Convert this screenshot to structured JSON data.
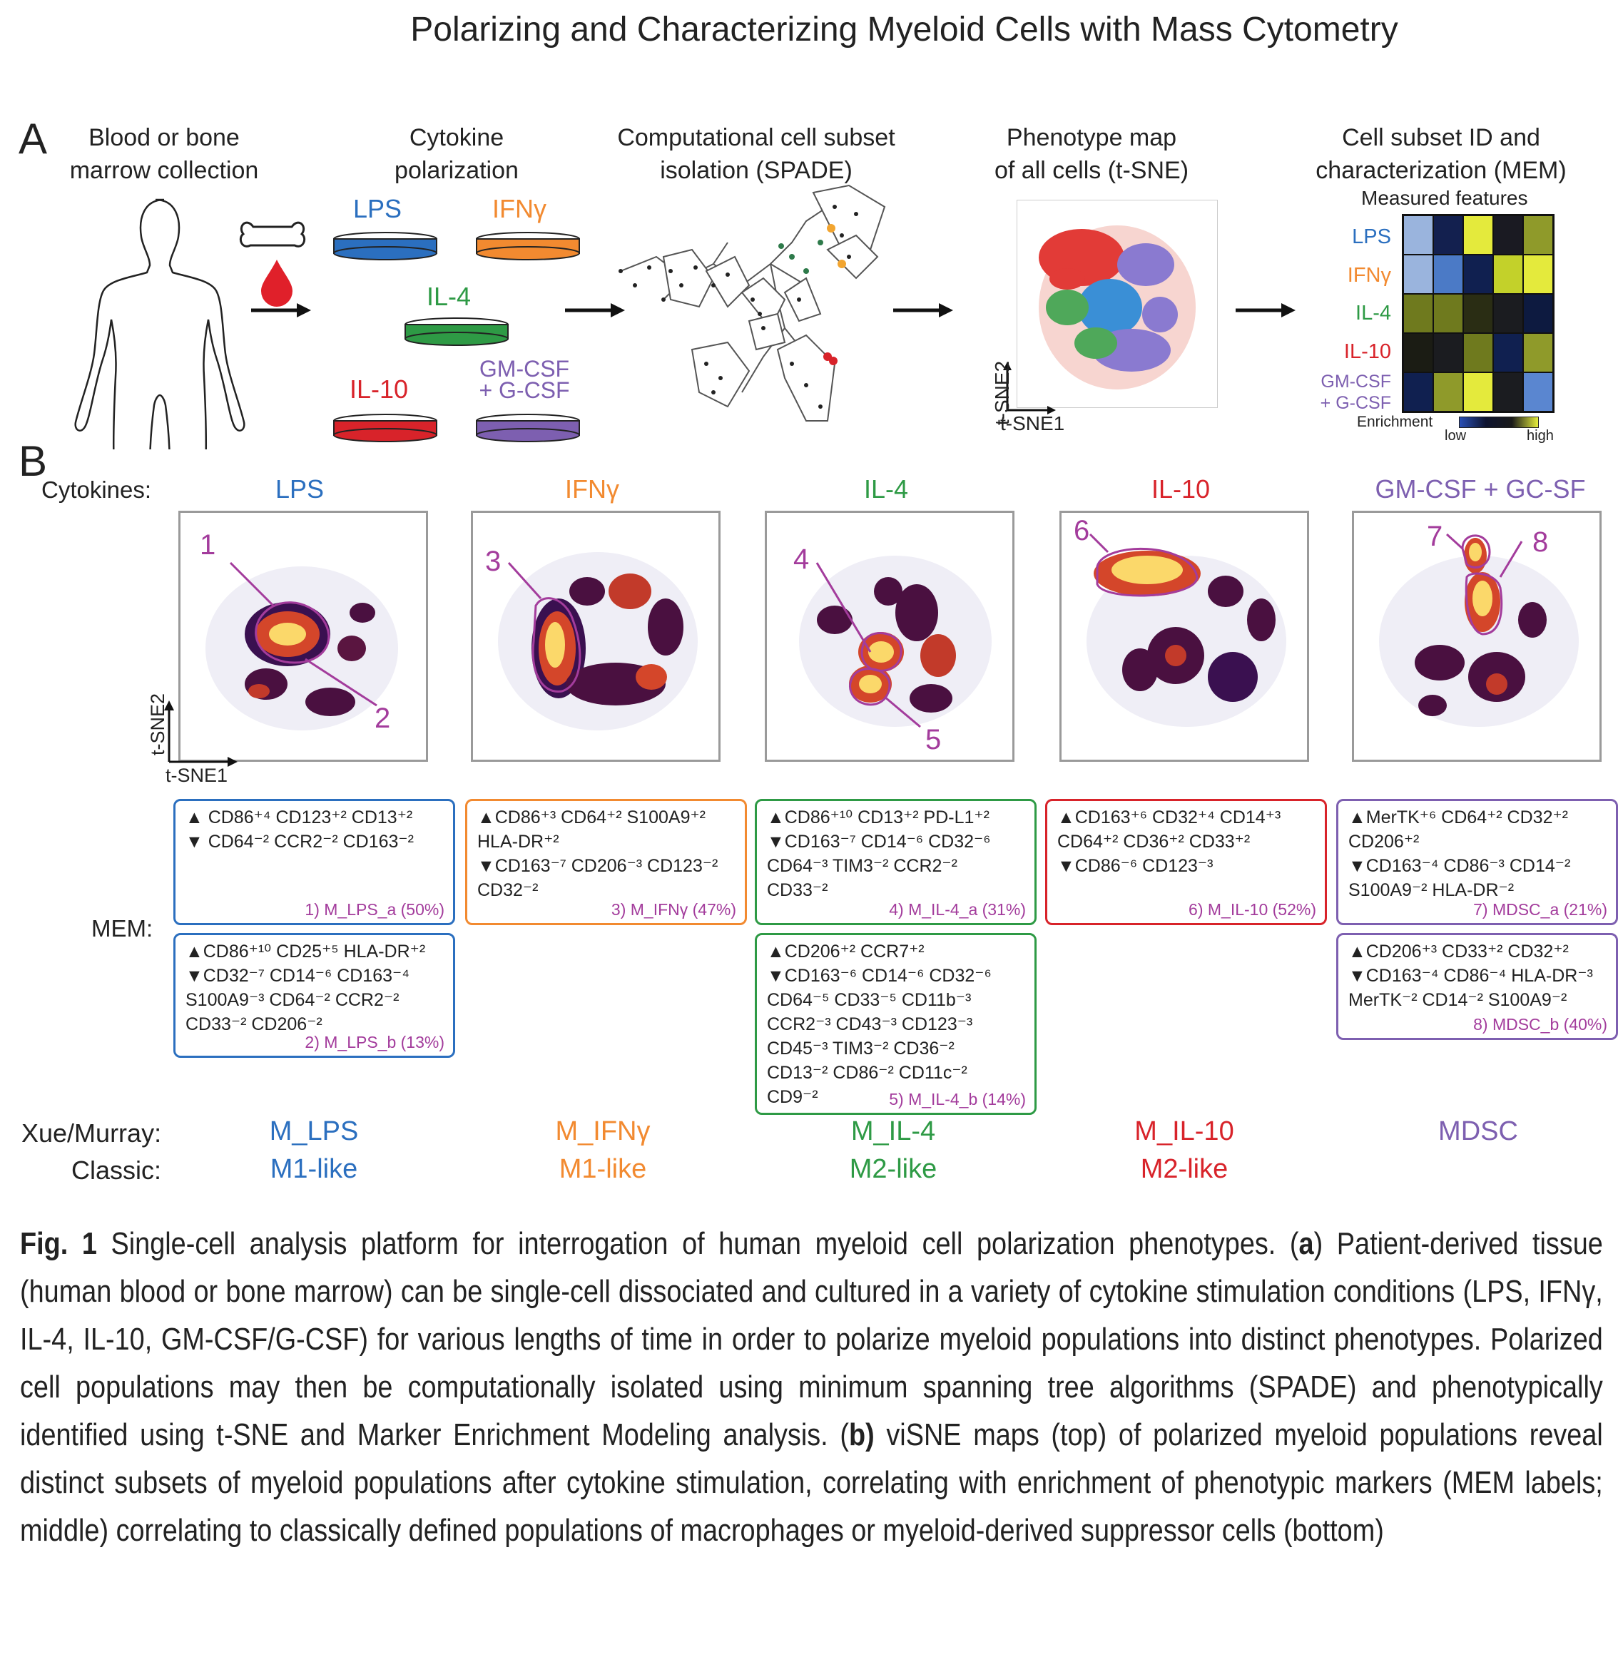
{
  "title": "Polarizing and Characterizing Myeloid Cells with Mass Cytometry",
  "panelA": {
    "letter": "A",
    "step1": "Blood or bone\nmarrow collection",
    "step2": "Cytokine\npolarization",
    "step3": "Computational cell subset\nisolation (SPADE)",
    "step4": "Phenotype map\nof all cells (t-SNE)",
    "step5": "Cell subset ID and\ncharacterization (MEM)",
    "dishes": [
      {
        "label": "LPS",
        "color": "#2b6fbf"
      },
      {
        "label": "IFNγ",
        "color": "#f28a30"
      },
      {
        "label": "IL-4",
        "color": "#2e9a45"
      },
      {
        "label": "IL-10",
        "color": "#d8232a"
      },
      {
        "label": "GM-CSF\n+ G-CSF",
        "color": "#7d5fb0"
      }
    ],
    "tsne_x": "t-SNE1",
    "tsne_y": "t-SNE2",
    "heatmap_title": "Measured features",
    "heatmap_rows": [
      "LPS",
      "IFNγ",
      "IL-4",
      "IL-10",
      "GM-CSF\n+ G-CSF"
    ],
    "heatmap_colors": [
      [
        "#9ab4dd",
        "#13204f",
        "#e4ea3c",
        "#1a1a22",
        "#8f9a2a"
      ],
      [
        "#9ab4dd",
        "#4b7ac6",
        "#102050",
        "#c3d12a",
        "#e4ea3c"
      ],
      [
        "#6f7a1e",
        "#6f7a1e",
        "#2a2d14",
        "#1b1c20",
        "#0d1a40"
      ],
      [
        "#1b1c14",
        "#1b1c20",
        "#6f7a1e",
        "#102050",
        "#8f9a2a"
      ],
      [
        "#102050",
        "#8f9a2a",
        "#e4ea3c",
        "#1b1c20",
        "#5a86d0"
      ]
    ],
    "enrichment_label": "Enrichment",
    "low": "low",
    "high": "high"
  },
  "panelB": {
    "letter": "B",
    "cytokines_label": "Cytokines:",
    "columns": [
      {
        "name": "LPS",
        "color": "#2b6fbf"
      },
      {
        "name": "IFNγ",
        "color": "#f28a30"
      },
      {
        "name": "IL-4",
        "color": "#2e9a45"
      },
      {
        "name": "IL-10",
        "color": "#d8232a"
      },
      {
        "name": "GM-CSF + GC-SF",
        "color": "#7d5fb0"
      }
    ],
    "gate_numbers": [
      "1",
      "2",
      "3",
      "4",
      "5",
      "6",
      "7",
      "8"
    ],
    "axis_x": "t-SNE1",
    "axis_y": "t-SNE2",
    "mem_label": "MEM:",
    "mem_boxes": [
      {
        "lines": [
          "▲ CD86⁺⁴  CD123⁺²  CD13⁺²",
          "▼ CD64⁻²  CCR2⁻²  CD163⁻²"
        ],
        "foot": "1) M_LPS_a (50%)"
      },
      {
        "lines": [
          "▲CD86⁺¹⁰ CD25⁺⁵ HLA-DR⁺²",
          "▼CD32⁻⁷  CD14⁻⁶  CD163⁻⁴",
          "   S100A9⁻³  CD64⁻² CCR2⁻²",
          "   CD33⁻²  CD206⁻²"
        ],
        "foot": "2) M_LPS_b (13%)"
      },
      {
        "lines": [
          "▲CD86⁺³ CD64⁺² S100A9⁺²",
          "   HLA-DR⁺²",
          "▼CD163⁻⁷ CD206⁻³ CD123⁻²",
          "   CD32⁻²"
        ],
        "foot": "3) M_IFNγ (47%)"
      },
      {
        "lines": [
          "▲CD86⁺¹⁰  CD13⁺²  PD-L1⁺²",
          "▼CD163⁻⁷  CD14⁻⁶  CD32⁻⁶",
          "   CD64⁻³  TIM3⁻²  CCR2⁻²",
          "   CD33⁻²"
        ],
        "foot": "4) M_IL-4_a (31%)"
      },
      {
        "lines": [
          "▲CD206⁺²  CCR7⁺²",
          "▼CD163⁻⁶  CD14⁻⁶ CD32⁻⁶",
          "   CD64⁻⁵   CD33⁻⁵ CD11b⁻³",
          "   CCR2⁻³  CD43⁻³  CD123⁻³",
          "   CD45⁻³  TIM3⁻²  CD36⁻²",
          "   CD13⁻²  CD86⁻²  CD11c⁻²",
          "   CD9⁻²"
        ],
        "foot": "5) M_IL-4_b (14%)"
      },
      {
        "lines": [
          "▲CD163⁺⁶  CD32⁺⁴  CD14⁺³",
          "   CD64⁺²  CD36⁺²  CD33⁺²",
          "▼CD86⁻⁶  CD123⁻³"
        ],
        "foot": "6) M_IL-10 (52%)"
      },
      {
        "lines": [
          "▲MerTK⁺⁶  CD64⁺²  CD32⁺²",
          "   CD206⁺²",
          "▼CD163⁻⁴  CD86⁻³  CD14⁻²",
          "   S100A9⁻²  HLA-DR⁻²"
        ],
        "foot": "7) MDSC_a (21%)"
      },
      {
        "lines": [
          "▲CD206⁺³  CD33⁺²  CD32⁺²",
          "▼CD163⁻⁴  CD86⁻⁴   HLA-DR⁻³",
          "   MerTK⁻²  CD14⁻²  S100A9⁻²"
        ],
        "foot": "8) MDSC_b (40%)"
      }
    ],
    "xue_label": "Xue/Murray:",
    "classic_label": "Classic:",
    "xue": [
      "M_LPS",
      "M_IFNγ",
      "M_IL-4",
      "M_IL-10",
      "MDSC"
    ],
    "classic": [
      "M1-like",
      "M1-like",
      "M2-like",
      "M2-like",
      ""
    ]
  },
  "caption": {
    "fig": "Fig. 1",
    "text1": " Single-cell analysis platform for interrogation of human myeloid cell polarization phenotypes. (",
    "a": "a",
    "text2": ") Patient-derived tissue (human blood or bone marrow) can be single-cell dissociated and cultured in a variety of cytokine stimulation conditions (LPS, IFNγ, IL-4, IL-10, GM-CSF/G-CSF) for various lengths of time in order to polarize myeloid populations into distinct phenotypes. Polarized cell populations may then be computationally isolated using minimum spanning tree algorithms (SPADE) and phenotypically identified using t-SNE and Marker Enrichment Modeling analysis. (",
    "b": "b)",
    "text3": " viSNE maps (top) of polarized myeloid populations reveal distinct subsets of myeloid populations after cytokine stimulation, correlating with enrichment of phenotypic markers (MEM labels; middle) correlating to classically defined populations of macrophages or myeloid-derived suppressor cells (bottom)"
  }
}
